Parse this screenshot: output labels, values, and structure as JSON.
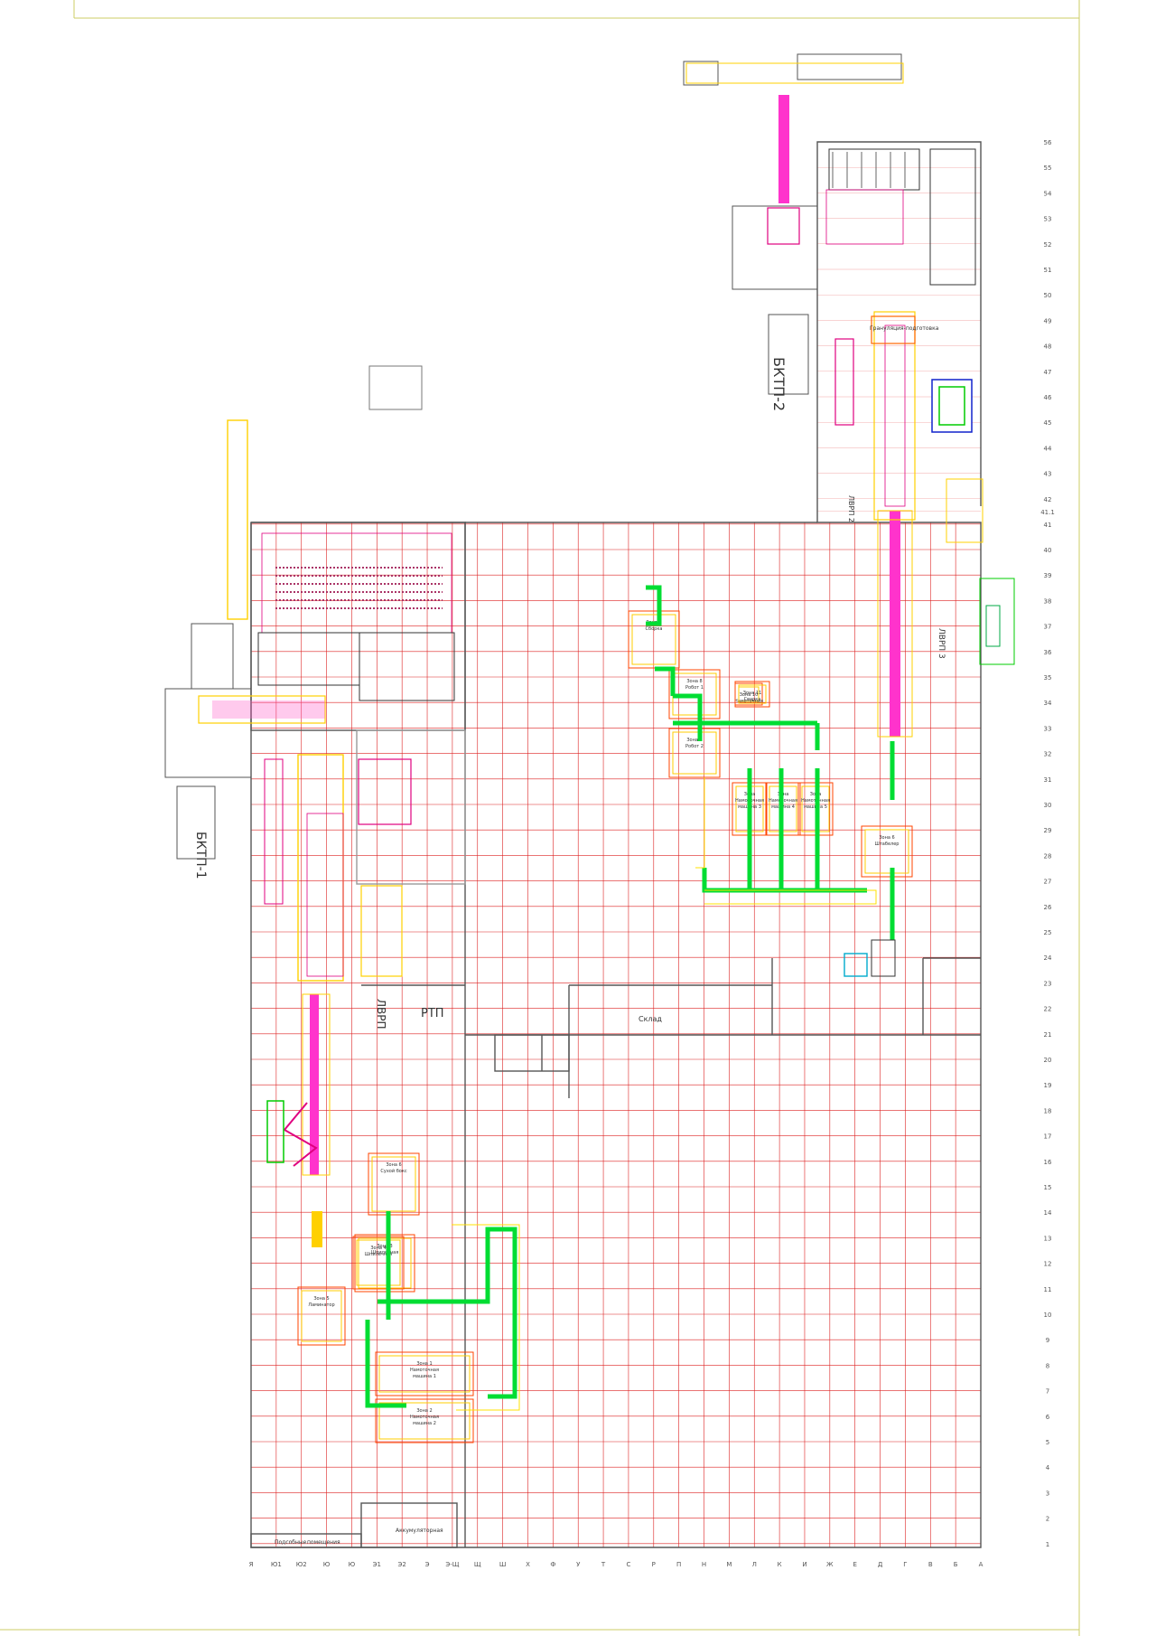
{
  "drawing": {
    "row_labels": [
      "56",
      "55",
      "54",
      "53",
      "52",
      "51",
      "50",
      "49",
      "48",
      "47",
      "46",
      "45",
      "44",
      "43",
      "42",
      "41.1",
      "41",
      "40",
      "39",
      "38",
      "37",
      "36",
      "35",
      "34",
      "33",
      "32",
      "31",
      "30",
      "29",
      "28",
      "27",
      "26",
      "25",
      "24",
      "23",
      "22",
      "21",
      "20",
      "19",
      "18",
      "17",
      "16",
      "15",
      "14",
      "13",
      "12",
      "11",
      "10",
      "9",
      "8",
      "7",
      "6",
      "5",
      "4",
      "3",
      "2",
      "1"
    ],
    "column_labels": [
      "Я",
      "Ю1",
      "Ю2",
      "Ю",
      "Ю",
      "Э1",
      "Э2",
      "Э",
      "Э-Щ",
      "Щ",
      "Ш",
      "Х",
      "Ф",
      "У",
      "Т",
      "С",
      "Р",
      "П",
      "Н",
      "М",
      "Л",
      "К",
      "И",
      "Ж",
      "Е",
      "Д",
      "Г",
      "В",
      "Б",
      "А"
    ],
    "rooms": {
      "bktp1": "БКТП-1",
      "bktp2": "БКТП-2",
      "rtp": "РТП",
      "lvrp": "ЛВРП",
      "lvrp2": "ЛВРП 2",
      "lvrp3": "ЛВРП 3",
      "sklad": "Склад",
      "podsobnye": "Подсобные",
      "pomescheniya": "помещения",
      "akkumulyatornaya": "Аккумуляторная",
      "granulation": "Грануляция-подготовка"
    },
    "zones": [
      {
        "id": "z1",
        "lines": [
          "Зона 1",
          "Намоточная",
          "машина 1"
        ]
      },
      {
        "id": "z2",
        "lines": [
          "Зона 2",
          "Намоточная",
          "машина 2"
        ]
      },
      {
        "id": "z3",
        "lines": [
          "Зона 3",
          "Шпилечная"
        ]
      },
      {
        "id": "z4",
        "lines": [
          "Зона 4",
          "Шпилечная"
        ]
      },
      {
        "id": "z5",
        "lines": [
          "Зона 5",
          "Ламинатор"
        ]
      },
      {
        "id": "z6",
        "lines": [
          "Зона 6",
          "Сухой бокс"
        ]
      },
      {
        "id": "z7",
        "lines": [
          "Зона 7",
          "Сборка"
        ]
      },
      {
        "id": "z8",
        "lines": [
          "Зона 8",
          "Робот 1"
        ]
      },
      {
        "id": "z9",
        "lines": [
          "Зона 9",
          "Робот 2"
        ]
      },
      {
        "id": "z10",
        "lines": [
          "Зона 10",
          "Намоточная"
        ]
      },
      {
        "id": "z11",
        "lines": [
          "Зона 11",
          "Сварка"
        ]
      },
      {
        "id": "z12",
        "lines": [
          "Зона",
          "Намоточная",
          "машина 3"
        ]
      },
      {
        "id": "z13",
        "lines": [
          "Зона",
          "Намоточная",
          "машина 4"
        ]
      },
      {
        "id": "z14",
        "lines": [
          "Зона",
          "Намоточная",
          "машина 5"
        ]
      },
      {
        "id": "z15",
        "lines": [
          "Зона 6",
          "Штабелер"
        ]
      }
    ]
  }
}
